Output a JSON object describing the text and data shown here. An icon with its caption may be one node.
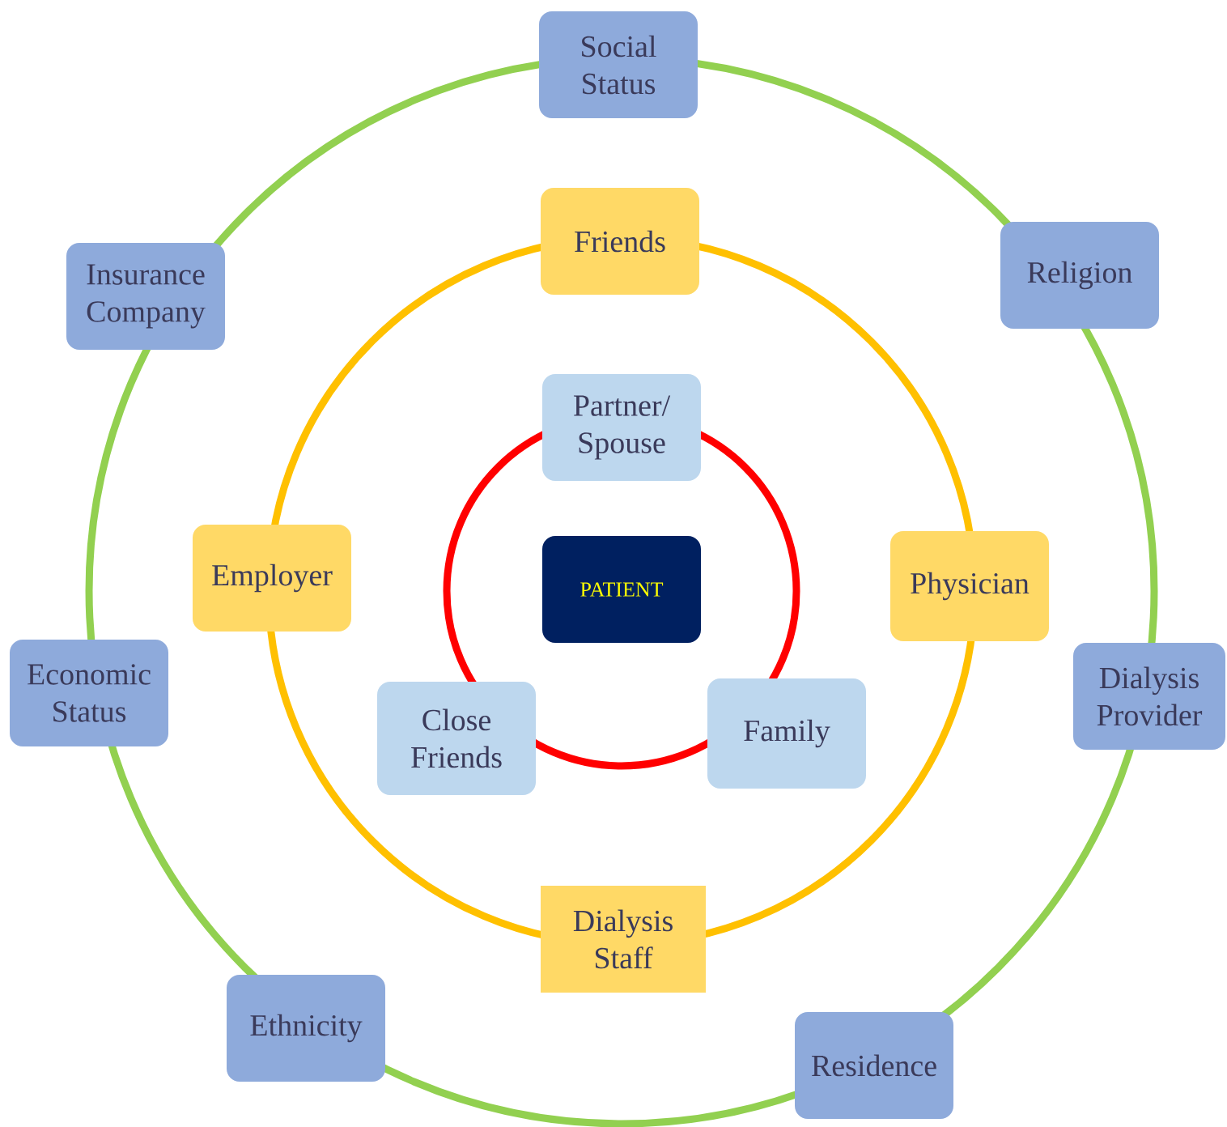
{
  "diagram": {
    "nodes": [
      {
        "text": [
          "PATIENT"
        ]
      },
      {
        "text": [
          "Partner/ Spouse"
        ]
      },
      {
        "text": [
          "Close Friends"
        ]
      },
      {
        "text": [
          "Family"
        ]
      },
      {
        "text": [
          "Friends"
        ]
      },
      {
        "text": [
          "Employer"
        ]
      },
      {
        "text": [
          "Physician"
        ]
      },
      {
        "text": [
          "Dialysis Staff"
        ]
      },
      {
        "text": [
          "Social Status"
        ]
      },
      {
        "text": [
          "Insurance Company"
        ]
      },
      {
        "text": [
          "Religion"
        ]
      },
      {
        "text": [
          "Economic Status"
        ]
      },
      {
        "text": [
          "Dialysis Provider"
        ]
      },
      {
        "text": [
          "Ethnicity"
        ]
      },
      {
        "text": [
          "Residence"
        ]
      }
    ]
  }
}
